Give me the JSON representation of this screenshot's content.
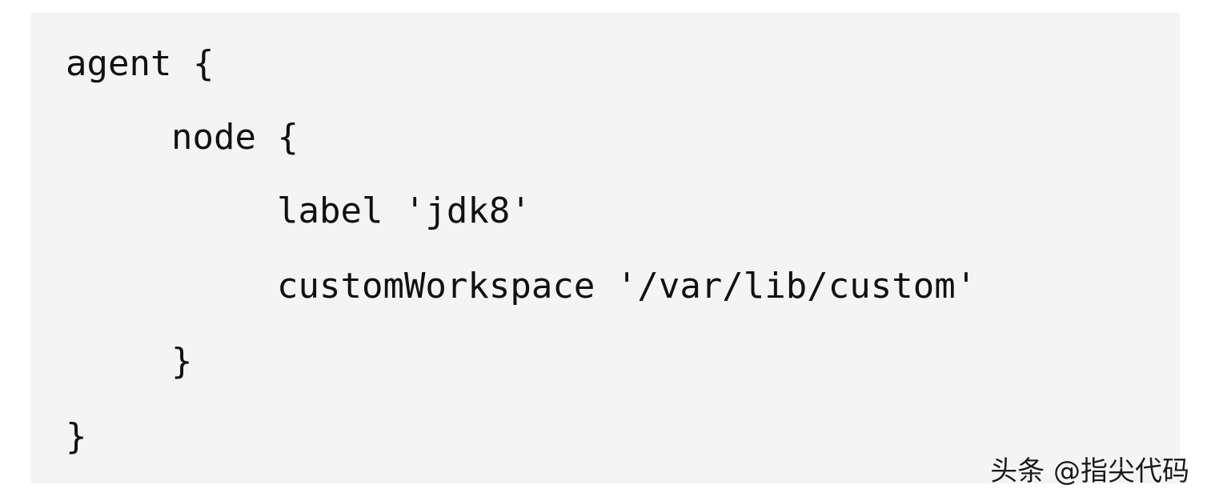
{
  "code": {
    "language": "groovy",
    "lines": [
      "agent {",
      "node {",
      "label 'jdk8'",
      "customWorkspace '/var/lib/custom'",
      "}",
      "}"
    ]
  },
  "watermark": {
    "text": "头条 @指尖代码"
  },
  "colors": {
    "page_background": "#ffffff",
    "code_background": "#f4f4f4",
    "code_text": "#111111"
  }
}
